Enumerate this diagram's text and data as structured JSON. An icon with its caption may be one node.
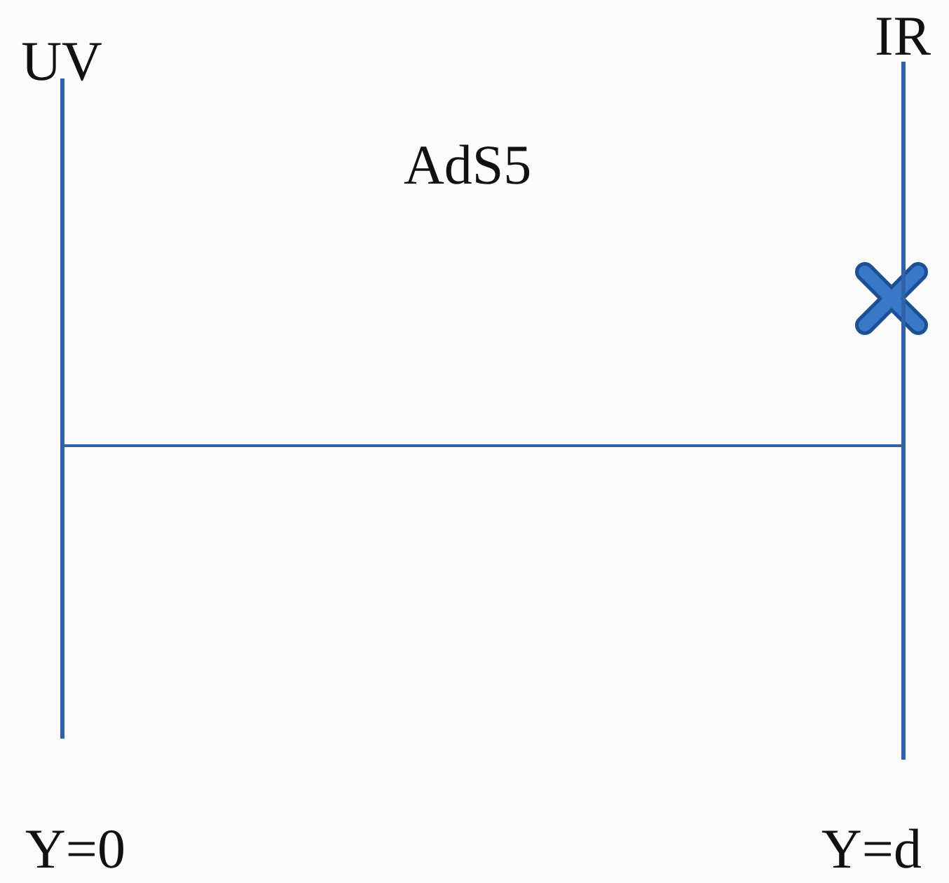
{
  "diagram": {
    "nodes": [
      {
        "text": [
          "UV"
        ],
        "beside": [
          "Y=0"
        ]
      },
      {
        "text": [
          "IR"
        ],
        "beside": [
          "Y=d"
        ]
      }
    ],
    "edges": [
      {
        "from": 0,
        "to": 1,
        "arrow": "none"
      }
    ],
    "labels": [
      "AdS5"
    ]
  }
}
